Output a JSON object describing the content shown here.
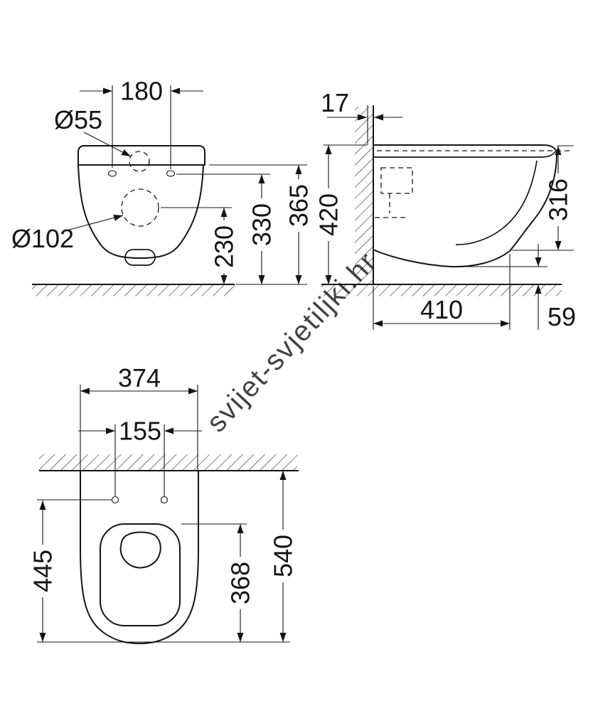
{
  "colors": {
    "ink": "#141414",
    "watermark": "#c8c8c8"
  },
  "watermark": {
    "text": "svijet-svjetiljki.hr"
  },
  "views": {
    "front": {
      "hole_spacing": "180",
      "hole_diameter": "Ø55",
      "outlet_diameter": "Ø102",
      "height_rim": "365",
      "height_holes": "330",
      "height_outlet": "230"
    },
    "side": {
      "wall_offset": "17",
      "height_overall": "420",
      "height_body": "316",
      "depth_bottom": "410",
      "floor_clearance": "59"
    },
    "plan": {
      "width": "374",
      "hole_spacing": "155",
      "length_holes_front": "445",
      "inner_length": "368",
      "depth_overall": "540"
    }
  }
}
